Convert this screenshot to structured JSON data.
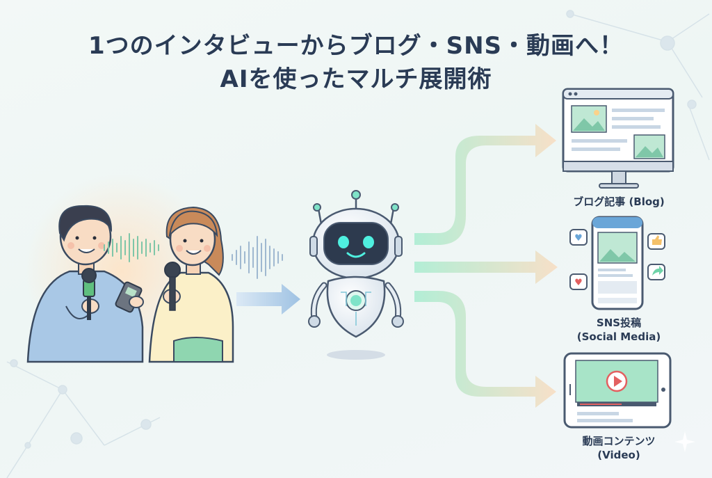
{
  "title": {
    "line1": "1つのインタビューからブログ・SNS・動画へ！",
    "line2": "AIを使ったマルチ展開術"
  },
  "outputs": {
    "blog": {
      "label": "ブログ記事 (Blog)"
    },
    "sns": {
      "label_line1": "SNS投稿",
      "label_line2": "(Social Media)"
    },
    "video": {
      "label_line1": "動画コンテンツ",
      "label_line2": "(Video)"
    }
  },
  "colors": {
    "title": "#2a3b55",
    "accent_green": "#6fd3a8",
    "accent_peach": "#f6d7b8",
    "arrow_blue": "#a9c9e6",
    "device_frame": "#4a5a70",
    "robot_eye": "#4ff0e0"
  },
  "icons": [
    "heart-icon",
    "thumbs-up-icon",
    "share-icon",
    "play-icon",
    "microphone-icon",
    "recorder-icon",
    "robot-icon"
  ]
}
